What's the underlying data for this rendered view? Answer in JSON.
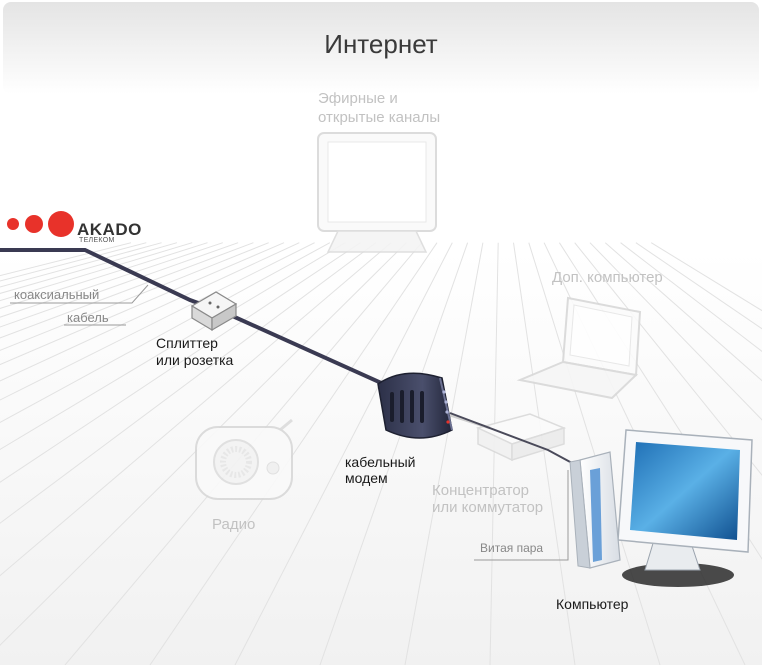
{
  "header": {
    "title": "Интернет"
  },
  "logo": {
    "name": "AKADO",
    "sub": "ТЕЛЕКОМ",
    "dot_color": "#e8322a"
  },
  "devices": {
    "tv": {
      "line1": "Эфирные и",
      "line2": "открытые каналы"
    },
    "extra_computer": {
      "label": "Доп. компьютер"
    },
    "splitter": {
      "line1": "Сплиттер",
      "line2": "или розетка"
    },
    "modem": {
      "line1": "кабельный",
      "line2": "модем"
    },
    "hub": {
      "line1": "Концентратор",
      "line2": "или коммутатор"
    },
    "radio": {
      "label": "Радио"
    },
    "computer": {
      "label": "Компьютер"
    }
  },
  "cables": {
    "coaxial": {
      "line1": "коаксиальный",
      "line2": "кабель"
    },
    "twisted_pair": {
      "label": "Витая пара"
    }
  },
  "colors": {
    "cable": "#3a3a52",
    "accent": "#e8322a",
    "faded": "#c2c2c2"
  }
}
